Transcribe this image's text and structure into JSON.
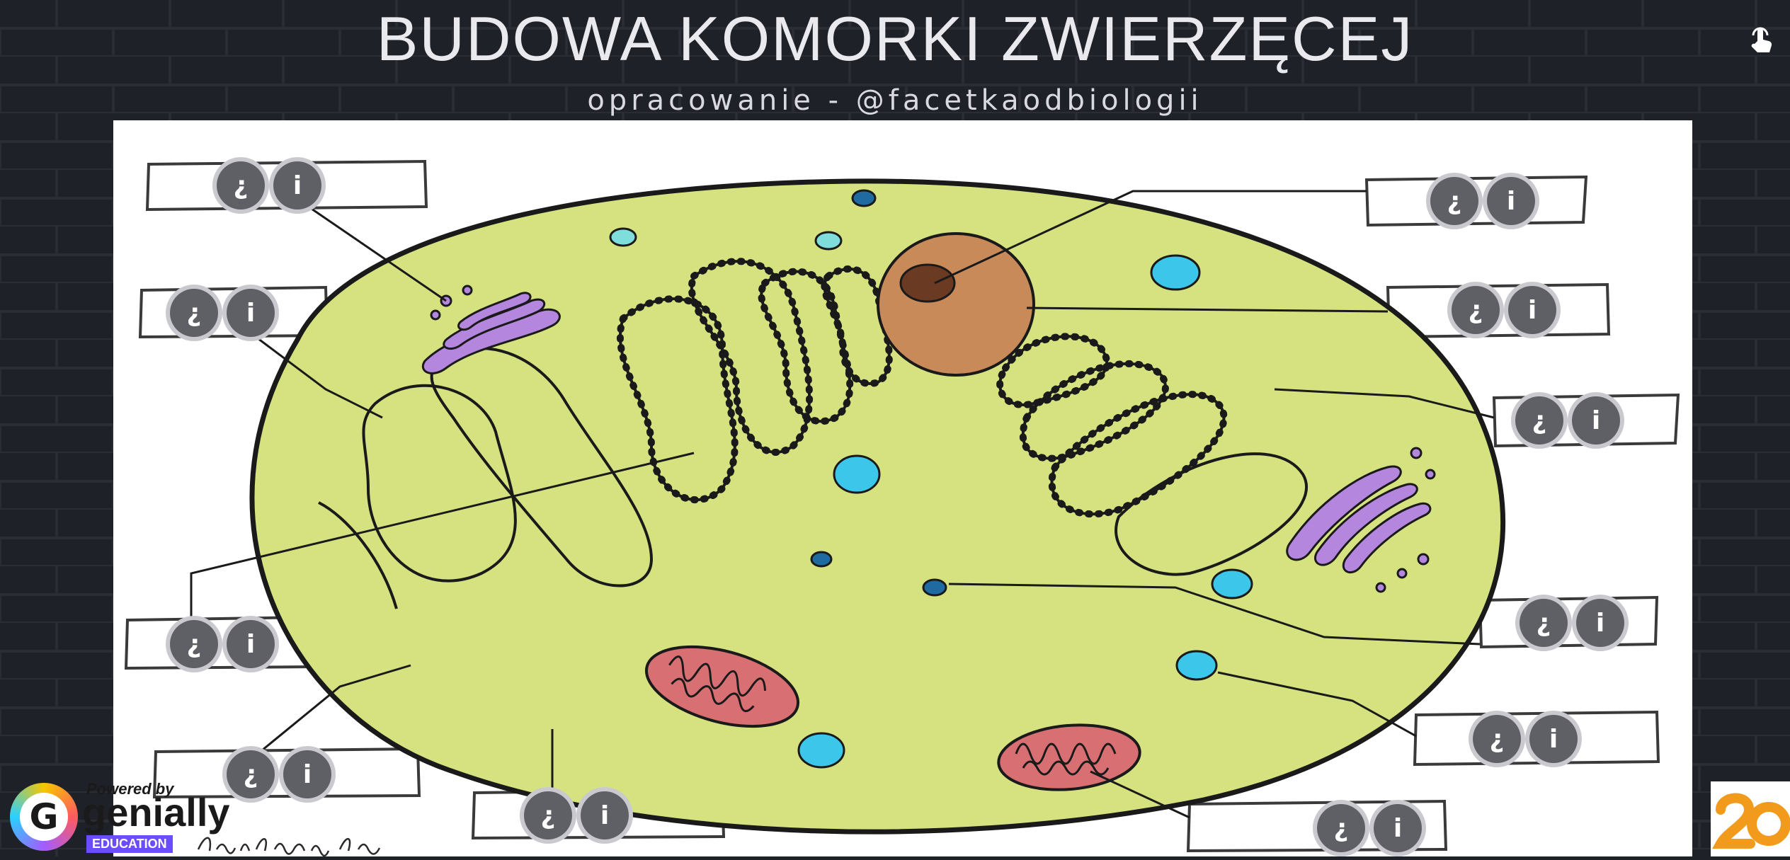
{
  "header": {
    "title": "BUDOWA KOMORKI ZWIERZĘCEJ",
    "subtitle": "opracowanie - @facetkaodbiologii"
  },
  "pill": {
    "question_glyph": "¿",
    "info_glyph": "i"
  },
  "badge": {
    "powered_by": "Powered by",
    "brand": "genially",
    "education": "EDUCATION",
    "logo_letter": "G"
  },
  "colors": {
    "cytoplasm": "#d6e27f",
    "nucleus": "#c98a5a",
    "nucleolus": "#6b3a22",
    "golgi": "#b486de",
    "mitochondria": "#d86f72",
    "vacuole": "#3cc6ea",
    "pill_button": "#5f5f66"
  },
  "icons": {
    "top_right": "hand-pointer-icon",
    "bottom_right": "twenty-years-logo-icon"
  }
}
